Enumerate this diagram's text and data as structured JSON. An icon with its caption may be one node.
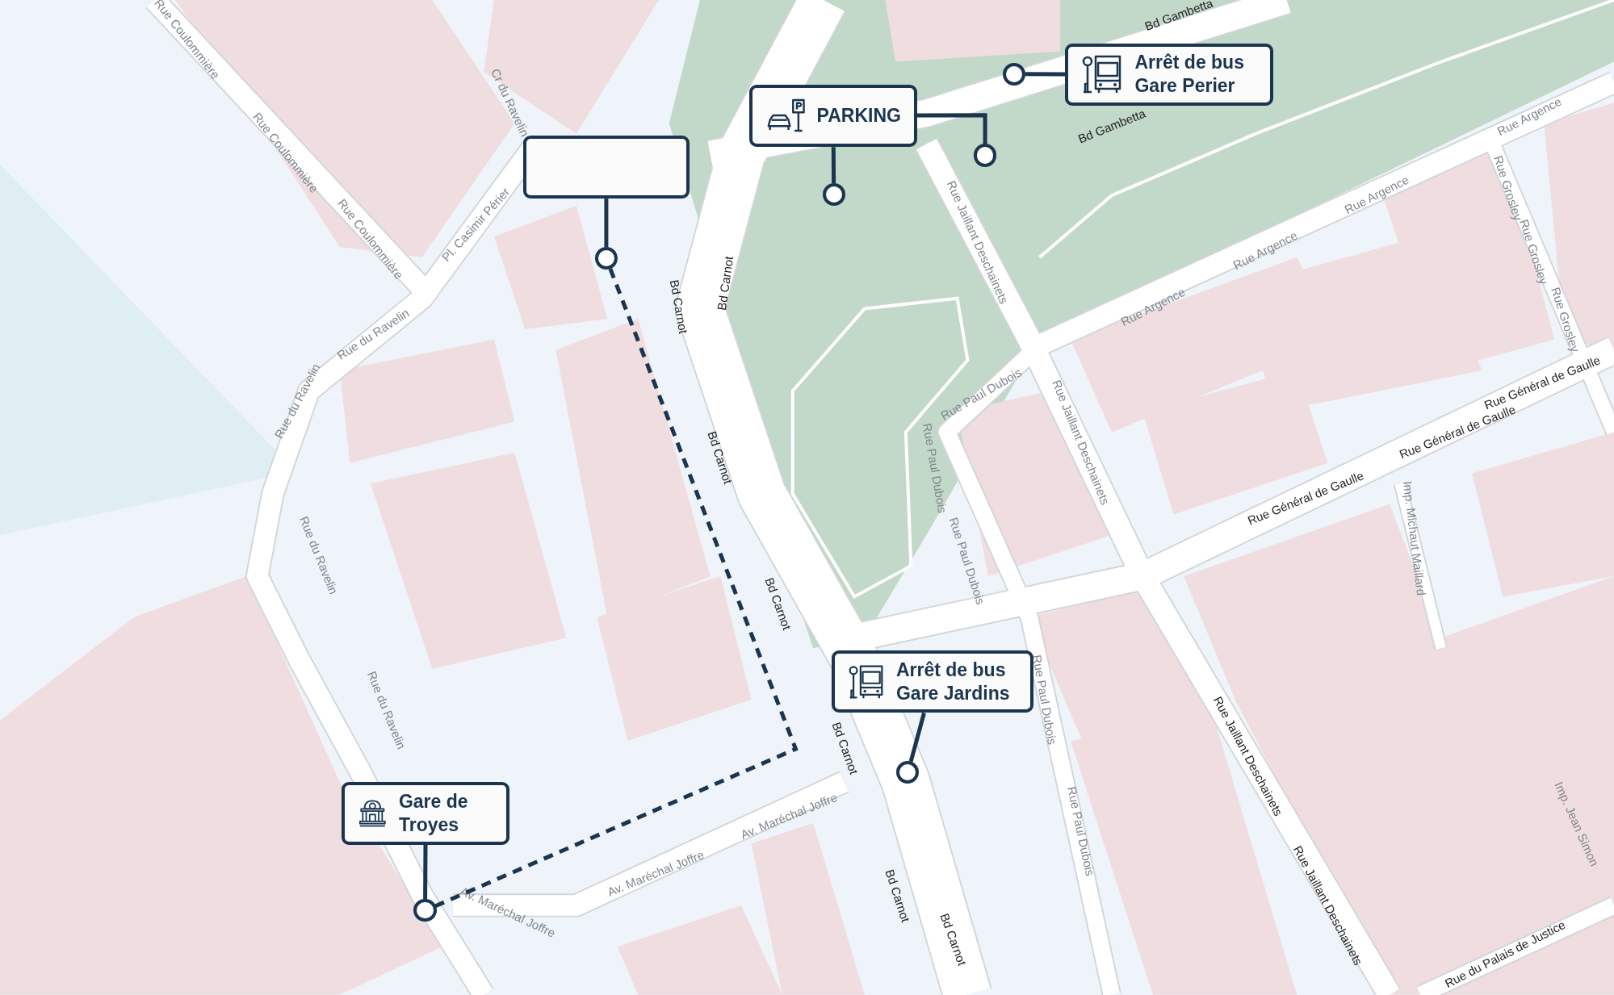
{
  "diagram": {
    "nodes": [
      {
        "text": [
          "PARKING"
        ]
      },
      {
        "text": [
          "Arrêt de bus Gare Perier"
        ]
      },
      {
        "text": [],
        "shape": "box"
      },
      {
        "text": [
          "Arrêt de bus Gare Jardins"
        ]
      },
      {
        "text": [
          "Gare de Troyes"
        ]
      },
      {
        "text": [],
        "shape": "circle"
      },
      {
        "text": [],
        "shape": "circle"
      },
      {
        "text": [],
        "shape": "circle"
      },
      {
        "text": [],
        "shape": "circle"
      },
      {
        "text": [],
        "shape": "circle"
      },
      {
        "text": [],
        "shape": "circle"
      }
    ],
    "edges": [
      {
        "from": 0,
        "to": 5,
        "arrow": "none"
      },
      {
        "from": 0,
        "to": 6,
        "arrow": "none"
      },
      {
        "from": 1,
        "to": 7,
        "arrow": "none"
      },
      {
        "from": 2,
        "to": 8,
        "arrow": "none"
      },
      {
        "from": 3,
        "to": 9,
        "arrow": "none"
      },
      {
        "from": 4,
        "to": 10,
        "arrow": "none"
      },
      {
        "from": 8,
        "to": 10,
        "arrow": "none",
        "style": "dashed"
      }
    ],
    "labels": [
      "Rue Coulommière",
      "Rue Coulommière",
      "Rue Coulommière",
      "Cr du Ravelin",
      "Pl. Casimir Périer",
      "Rue du Ravelin",
      "Rue du Ravelin",
      "Rue du Ravelin",
      "Rue du Ravelin",
      "Bd Gambetta",
      "Bd Gambetta",
      "Bd Carnot",
      "Bd Carnot",
      "Bd Carnot",
      "Bd Carnot",
      "Bd Carnot",
      "Bd Carnot",
      "Bd Carnot",
      "Rue Jaillant Deschainets",
      "Rue Jaillant Deschainets",
      "Rue Jaillant Deschainets",
      "Rue Jaillant Deschainets",
      "Rue Argence",
      "Rue Argence",
      "Rue Argence",
      "Rue Argence",
      "Rue Grosley",
      "Rue Grosley",
      "Rue Grosley",
      "Rue Paul Dubois",
      "Rue Paul Dubois",
      "Rue Paul Dubois",
      "Rue Paul Dubois",
      "Rue Paul Dubois",
      "Rue Général de Gaulle",
      "Rue Général de Gaulle",
      "Rue Général de Gaulle",
      "Imp. Michaut Maillard",
      "Imp. Jean Simon",
      "Rue du Palais de Justice",
      "Av. Maréchal Joffre",
      "Av. Maréchal Joffre",
      "Av. Maréchal Joffre"
    ]
  }
}
